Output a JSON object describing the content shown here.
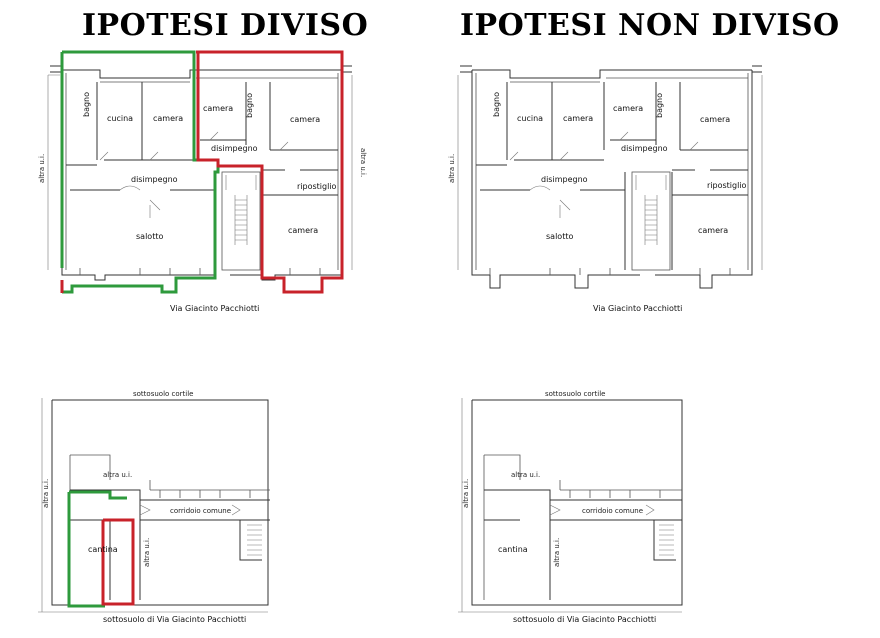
{
  "titles": {
    "left": "IPOTESI DIVISO",
    "right": "IPOTESI NON DIVISO"
  },
  "rooms": {
    "bagno": "bagno",
    "cucina": "cucina",
    "camera": "camera",
    "disimpegno": "disimpegno",
    "salotto": "salotto",
    "ripostiglio": "ripostiglio",
    "altra_ui": "altra u.i.",
    "corridoio": "corridoio comune",
    "cantina": "cantina",
    "cortile": "sottosuolo cortile"
  },
  "street": "Via Giacinto Pacchiotti",
  "basement_caption": "sottosuolo di Via Giacinto Pacchiotti",
  "colors": {
    "green_unit": "#2e9a3c",
    "red_unit": "#c8222a"
  }
}
